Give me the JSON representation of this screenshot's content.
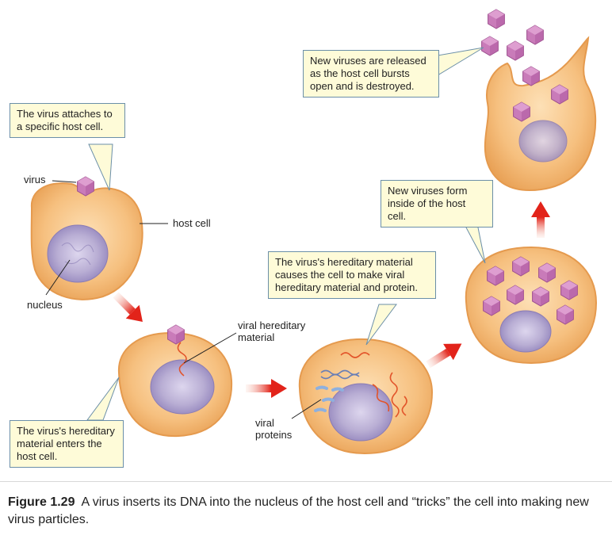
{
  "callouts": {
    "attach": [
      "The virus attaches to",
      "a specific host cell."
    ],
    "release": [
      "New viruses are released",
      "as the host cell bursts",
      "open and is destroyed."
    ],
    "form": [
      "New viruses form",
      "inside of the host cell."
    ],
    "hereditary": [
      "The virus's hereditary material",
      "causes the cell to make viral",
      "hereditary material and protein."
    ],
    "enters": [
      "The virus's hereditary",
      "material enters the",
      "host cell."
    ]
  },
  "labels": {
    "virus": "virus",
    "host_cell": "host cell",
    "nucleus": "nucleus",
    "viral_hereditary": [
      "viral hereditary",
      "material"
    ],
    "viral_proteins": [
      "viral",
      "proteins"
    ]
  },
  "caption": {
    "figure": "Figure 1.29",
    "text": "A virus inserts its DNA into the nucleus of the host cell and “tricks” the cell into making new virus particles."
  },
  "colors": {
    "cell_fill": "#f6c07f",
    "cell_edge": "#e59a4e",
    "nucleus": "#b3a7cf",
    "virus": "#c97bb9",
    "arrow": "#e2231a",
    "callout_bg": "#fefbd8",
    "callout_border": "#6b8fa8"
  }
}
